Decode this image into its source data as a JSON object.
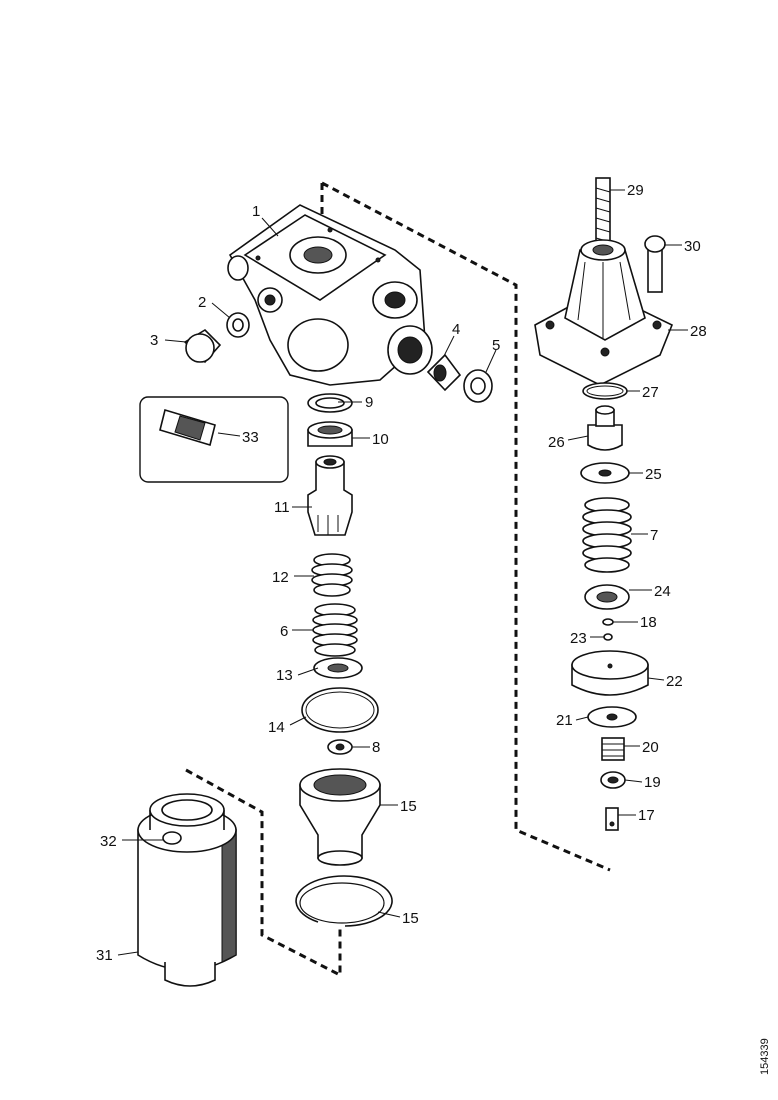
{
  "diagram": {
    "labels": [
      "1",
      "2",
      "3",
      "4",
      "5",
      "6",
      "7",
      "8",
      "9",
      "10",
      "11",
      "12",
      "13",
      "14",
      "15",
      "15",
      "17",
      "18",
      "19",
      "20",
      "21",
      "22",
      "23",
      "24",
      "25",
      "26",
      "27",
      "28",
      "29",
      "30",
      "31",
      "32",
      "33"
    ],
    "reference_code": "154339"
  }
}
